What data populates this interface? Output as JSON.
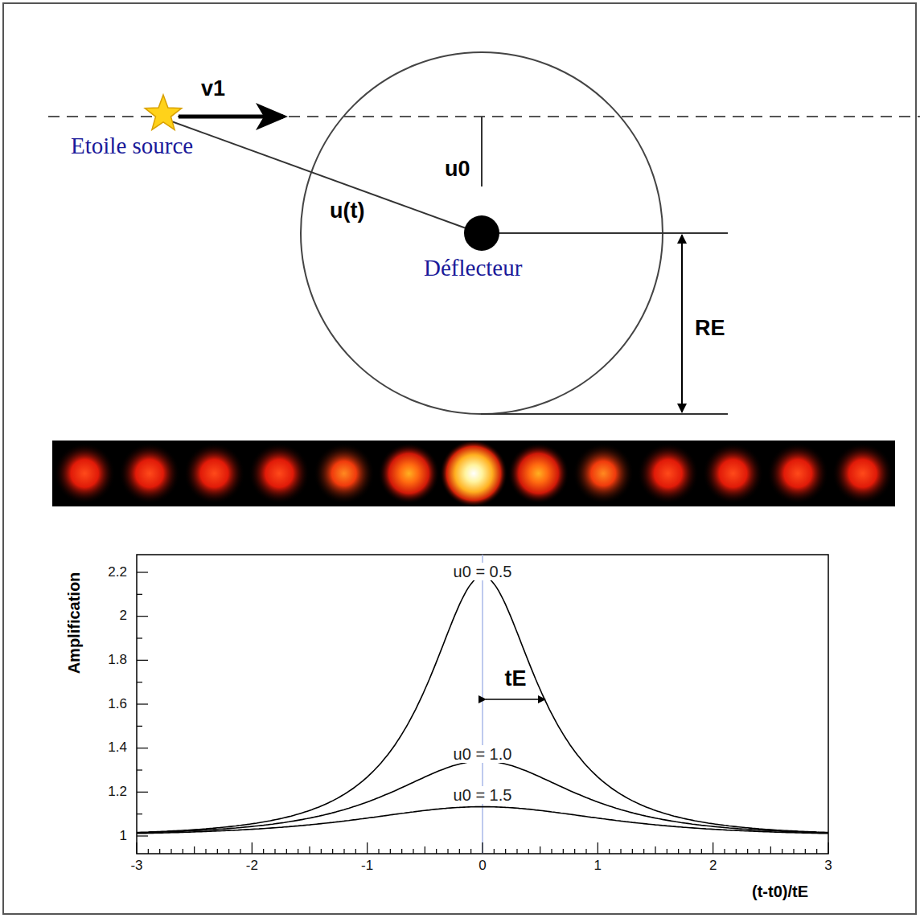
{
  "diagram": {
    "labels": [
      "v1",
      "Etoile source",
      "u(t)",
      "u0",
      "Déflecteur",
      "RE",
      "Amplification",
      "u0 = 0.5",
      "u0 = 1.0",
      "u0 = 1.5",
      "tE",
      "(t-t0)/tE",
      "2.2",
      "2",
      "1.8",
      "1.6",
      "1.4",
      "1.2",
      "1",
      "-3",
      "-2",
      "-1",
      "0",
      "1",
      "2",
      "3"
    ]
  }
}
